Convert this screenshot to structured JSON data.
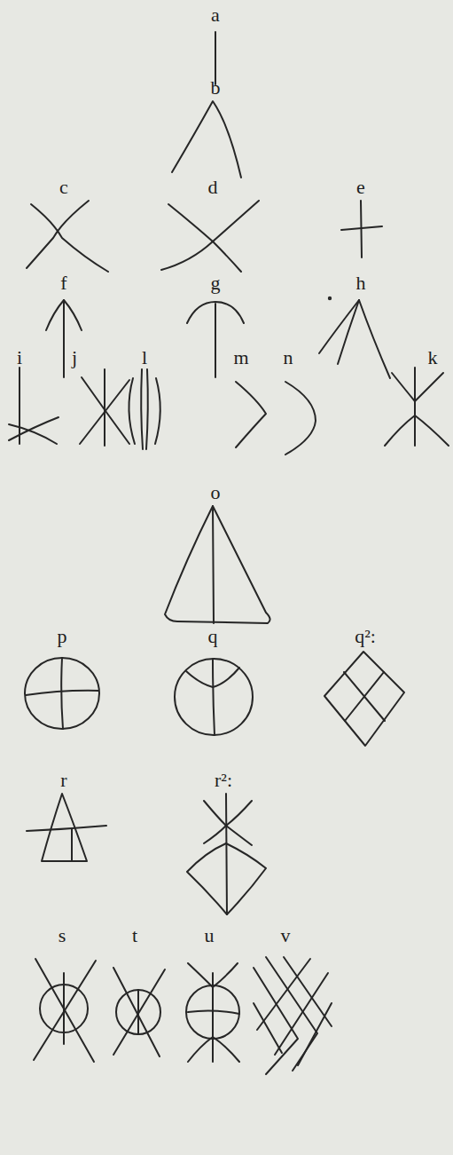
{
  "diagram": {
    "labels": [
      "a",
      "b",
      "c",
      "d",
      "e",
      "f",
      "g",
      "h",
      "i",
      "j",
      "l",
      "m",
      "n",
      "k",
      "o",
      "p",
      "q",
      "q²:",
      "r",
      "r²:",
      "s",
      "t",
      "u",
      "v"
    ]
  }
}
